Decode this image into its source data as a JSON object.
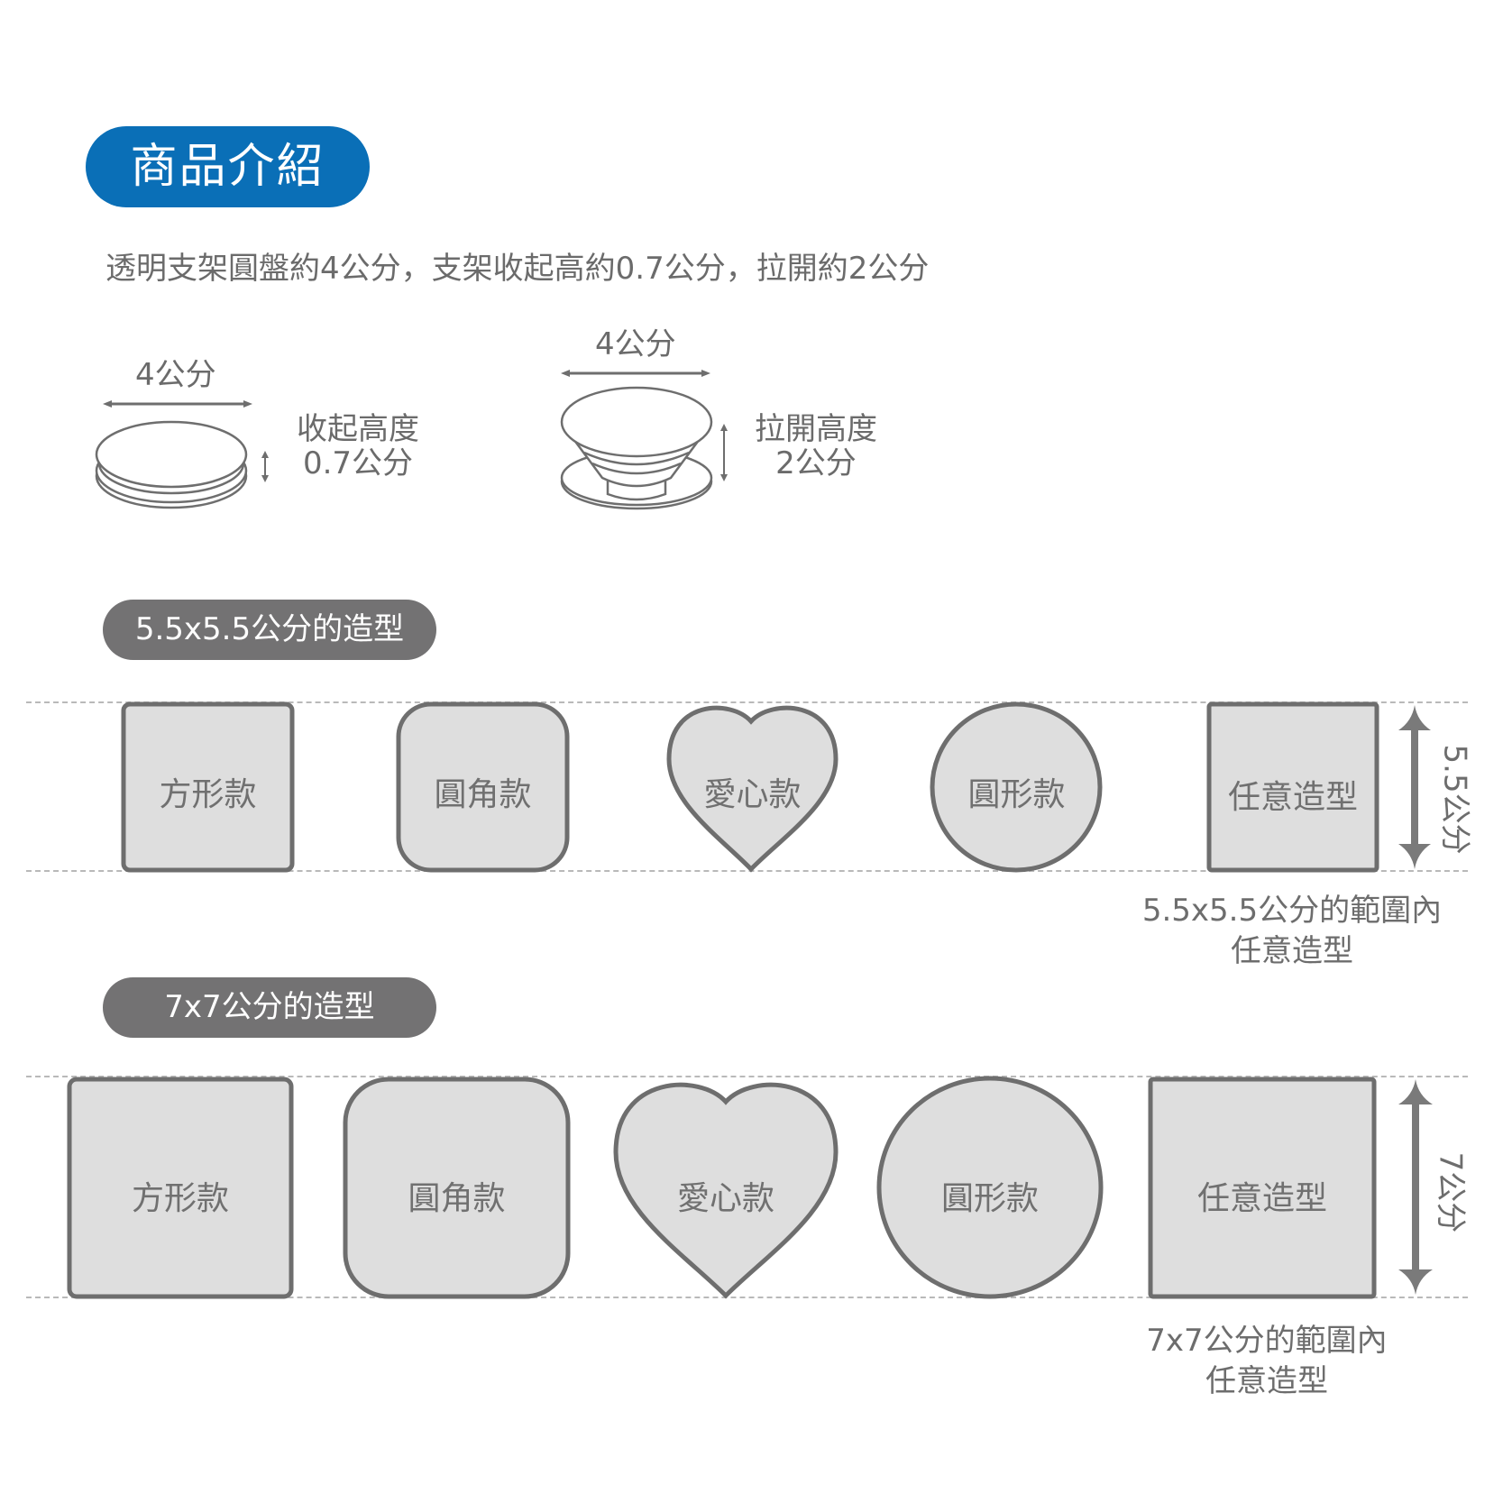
{
  "header": {
    "title": "商品介紹",
    "title_bg_color": "#0a6fb7"
  },
  "intro": {
    "text": "透明支架圓盤約4公分，支架收起高約0.7公分，拉開約2公分"
  },
  "diagrams": {
    "collapsed": {
      "width_label": "4公分",
      "height_title": "收起高度",
      "height_value": "0.7公分"
    },
    "extended": {
      "width_label": "4公分",
      "height_title": "拉開高度",
      "height_value": "2公分"
    }
  },
  "sections": [
    {
      "pill_label": "5.5x5.5公分的造型",
      "shapes": [
        {
          "type": "square",
          "label": "方形款"
        },
        {
          "type": "rounded-square",
          "label": "圓角款"
        },
        {
          "type": "heart",
          "label": "愛心款"
        },
        {
          "type": "circle",
          "label": "圓形款"
        },
        {
          "type": "custom",
          "label": "任意造型"
        }
      ],
      "dimension_label": "5.5公分",
      "caption_line1": "5.5x5.5公分的範圍內",
      "caption_line2": "任意造型"
    },
    {
      "pill_label": "7x7公分的造型",
      "shapes": [
        {
          "type": "square",
          "label": "方形款"
        },
        {
          "type": "rounded-square",
          "label": "圓角款"
        },
        {
          "type": "heart",
          "label": "愛心款"
        },
        {
          "type": "circle",
          "label": "圓形款"
        },
        {
          "type": "custom",
          "label": "任意造型"
        }
      ],
      "dimension_label": "7公分",
      "caption_line1": "7x7公分的範圍內",
      "caption_line2": "任意造型"
    }
  ],
  "colors": {
    "section_pill": "#737273",
    "shape_fill": "#dedede",
    "shape_stroke": "#6e6e6e",
    "text": "#6d6d6d",
    "dashed_guide": "#b9b9b9"
  }
}
